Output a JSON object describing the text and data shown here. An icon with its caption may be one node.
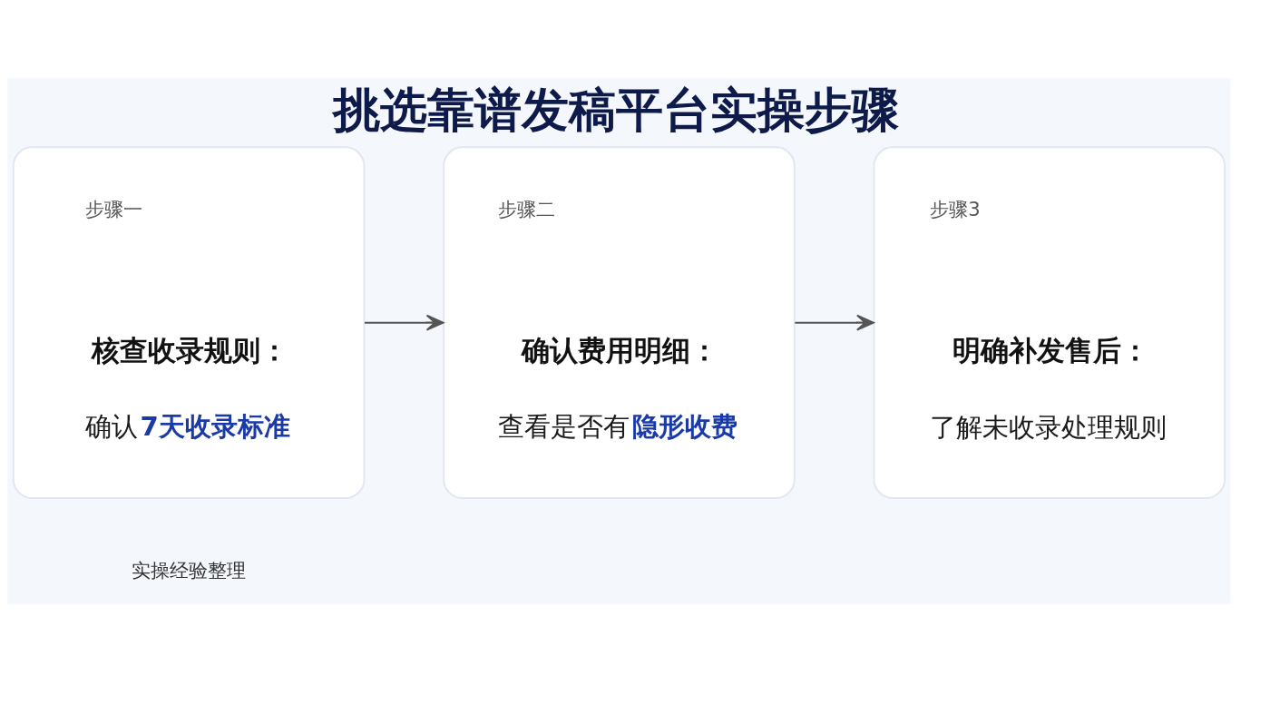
{
  "diagram": {
    "title": "挑选靠谱发稿平台实操步骤",
    "nodes": [
      {
        "text": [
          "步骤一",
          "核查收录规则：",
          "确认**7天收录标准**"
        ]
      },
      {
        "text": [
          "步骤二",
          "确认费用明细：",
          "查看是否有**隐形收费**"
        ]
      },
      {
        "text": [
          "步骤3",
          "明确补发售后：",
          "了解未收录处理规则"
        ]
      }
    ],
    "edges": [
      {
        "from": 0,
        "to": 1,
        "arrow": "to"
      },
      {
        "from": 1,
        "to": 2,
        "arrow": "to"
      }
    ],
    "labels": [
      "实操经验整理"
    ]
  }
}
